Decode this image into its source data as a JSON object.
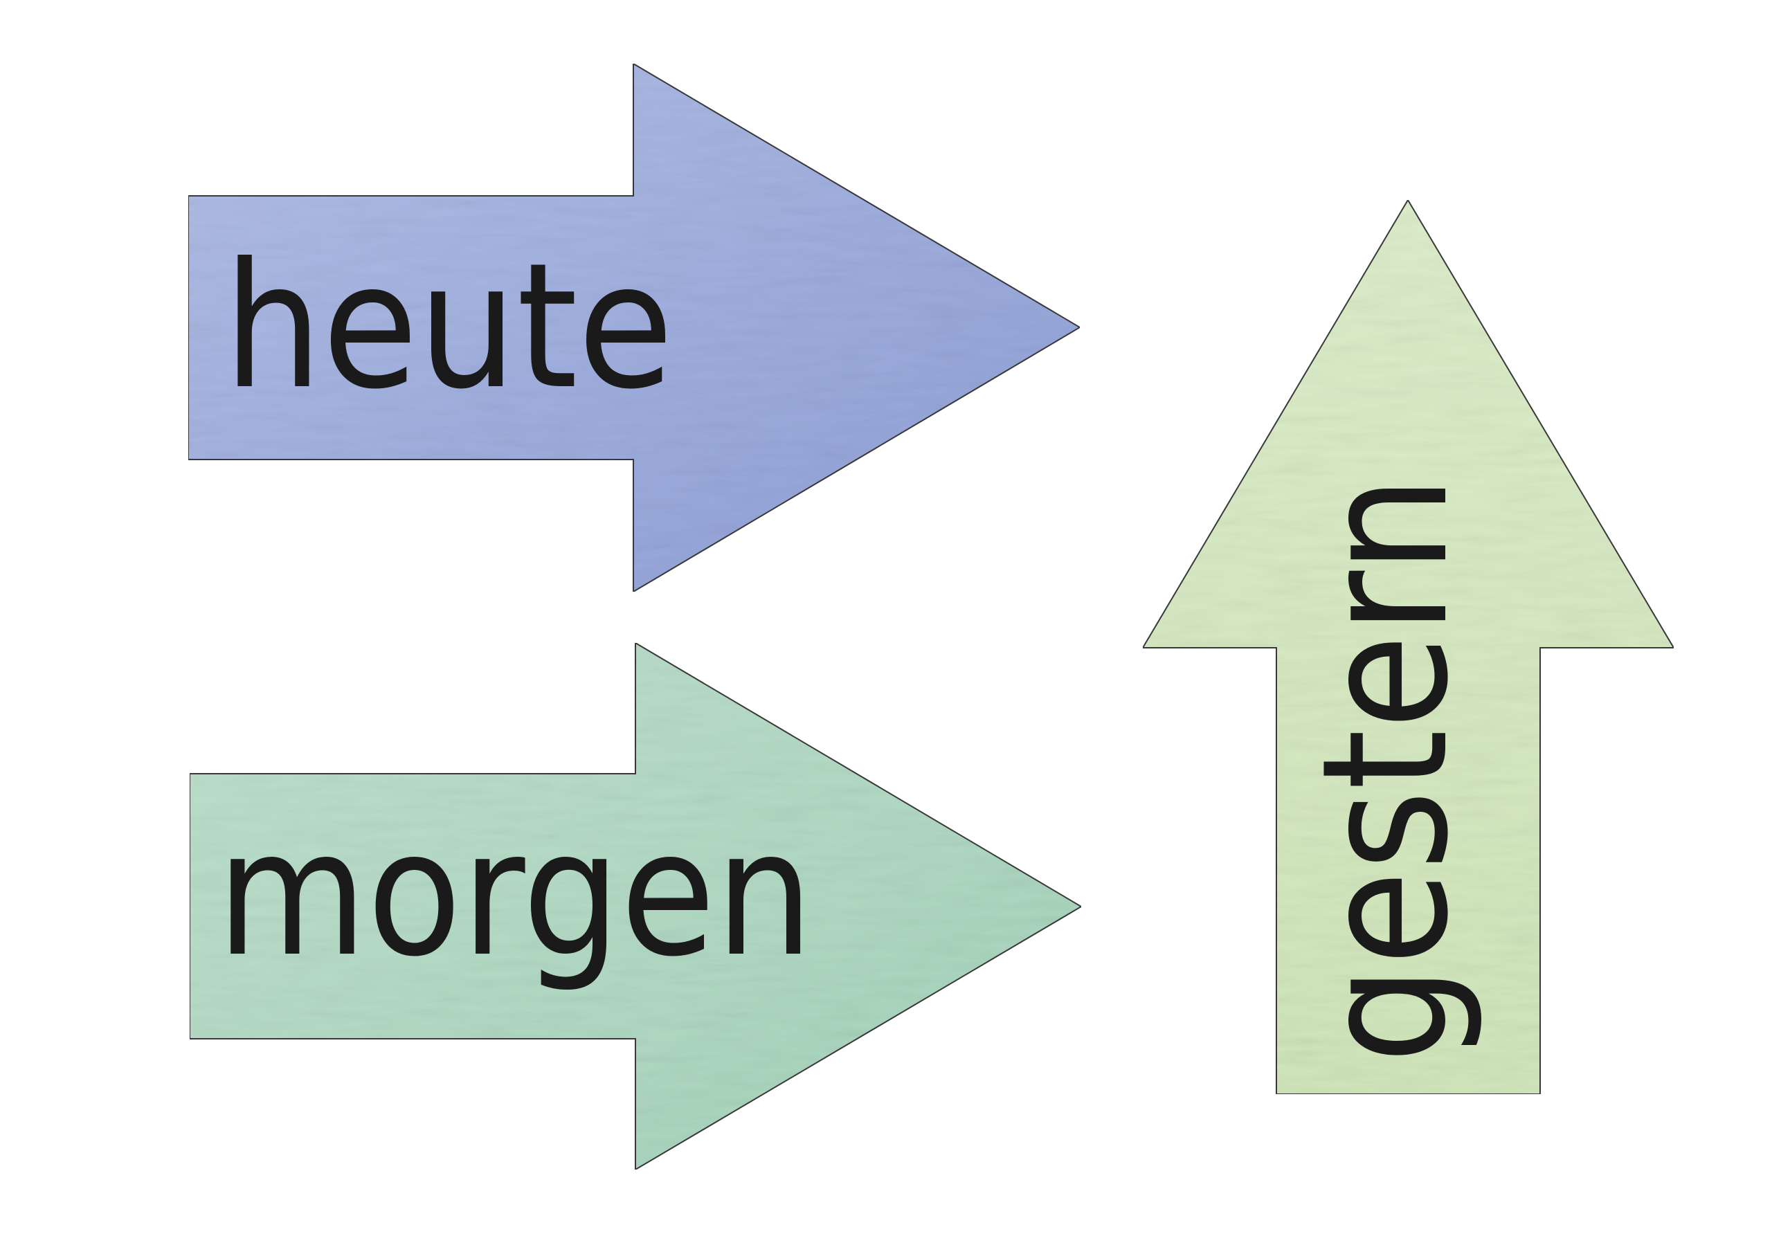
{
  "arrows": {
    "heute": {
      "label": "heute",
      "direction": "right",
      "color": "#a9b6e0",
      "color_dark": "#8697d2"
    },
    "morgen": {
      "label": "morgen",
      "direction": "right",
      "color": "#b7dcc7",
      "color_dark": "#99cdb0"
    },
    "gestern": {
      "label": "gestern",
      "direction": "up",
      "color": "#d6e8c2",
      "color_dark": "#c6deab"
    }
  }
}
